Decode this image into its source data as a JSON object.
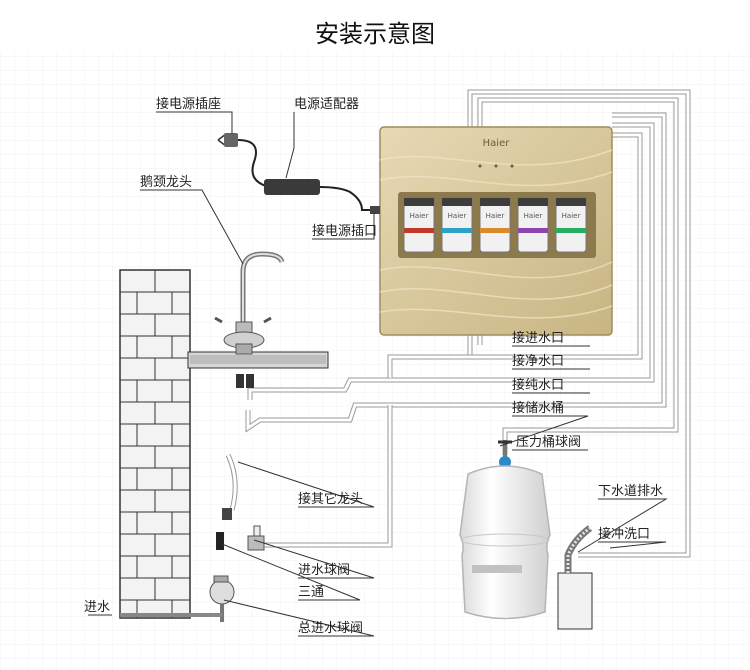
{
  "title": "安装示意图",
  "brand": "Haier",
  "filter_brand": "Haier",
  "labels": {
    "socket": "接电源插座",
    "adapter": "电源适配器",
    "faucet": "鹅颈龙头",
    "power_port": "接电源插口",
    "inlet_port": "接进水口",
    "clean_port": "接净水口",
    "pure_port": "接纯水口",
    "tank_port": "接储水桶",
    "tank_valve": "压力桶球阀",
    "other_faucet": "接其它龙头",
    "drain": "下水道排水",
    "flush_port": "接冲洗口",
    "inlet_valve": "进水球阀",
    "tee": "三通",
    "main_valve": "总进水球阀",
    "water_in": "进水"
  },
  "colors": {
    "panel": "#d8c9a0",
    "panel_dark": "#b9a676",
    "pipe": "#9a9a9a",
    "brick_fill": "#f3f3f3",
    "filter_accents": [
      "#c0392b",
      "#2ea1c6",
      "#d98b2b",
      "#8e44ad",
      "#27ae60"
    ]
  }
}
